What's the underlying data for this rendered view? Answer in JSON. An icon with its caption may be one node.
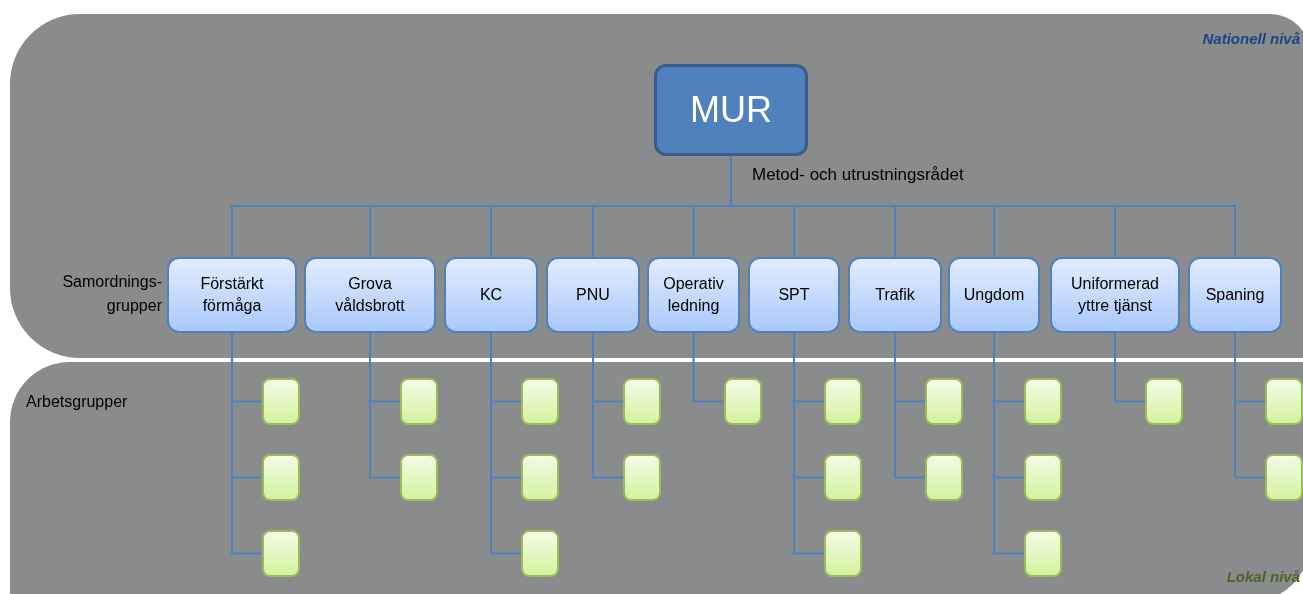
{
  "diagram": {
    "nodes": [
      {
        "text": [
          "Nationell nivå"
        ]
      },
      {
        "text": [
          "MUR"
        ],
        "in": 0,
        "beside": [
          "Metod- och utrustningsrådet"
        ]
      },
      {
        "text": [
          "Förstärkt förmåga"
        ],
        "in": 0
      },
      {
        "text": [
          "Grova våldsbrott"
        ],
        "in": 0
      },
      {
        "text": [
          "KC"
        ],
        "in": 0
      },
      {
        "text": [
          "PNU"
        ],
        "in": 0
      },
      {
        "text": [
          "Operativ ledning"
        ],
        "in": 0
      },
      {
        "text": [
          "SPT"
        ],
        "in": 0
      },
      {
        "text": [
          "Trafik"
        ],
        "in": 0
      },
      {
        "text": [
          "Ungdom"
        ],
        "in": 0
      },
      {
        "text": [
          "Uniformerad yttre tjänst"
        ],
        "in": 0
      },
      {
        "text": [
          "Spaning"
        ],
        "in": 0
      },
      {
        "text": [
          "Lokal nivå"
        ]
      },
      {
        "text": [],
        "shape": "box",
        "in": 12
      },
      {
        "text": [],
        "shape": "box",
        "in": 12
      },
      {
        "text": [],
        "shape": "box",
        "in": 12
      },
      {
        "text": [],
        "shape": "box",
        "in": 12
      },
      {
        "text": [],
        "shape": "box",
        "in": 12
      },
      {
        "text": [],
        "shape": "box",
        "in": 12
      },
      {
        "text": [],
        "shape": "box",
        "in": 12
      },
      {
        "text": [],
        "shape": "box",
        "in": 12
      },
      {
        "text": [],
        "shape": "box",
        "in": 12
      },
      {
        "text": [],
        "shape": "box",
        "in": 12
      },
      {
        "text": [],
        "shape": "box",
        "in": 12
      },
      {
        "text": [],
        "shape": "box",
        "in": 12
      },
      {
        "text": [],
        "shape": "box",
        "in": 12
      },
      {
        "text": [],
        "shape": "box",
        "in": 12
      },
      {
        "text": [],
        "shape": "box",
        "in": 12
      },
      {
        "text": [],
        "shape": "box",
        "in": 12
      },
      {
        "text": [],
        "shape": "box",
        "in": 12
      },
      {
        "text": [],
        "shape": "box",
        "in": 12
      },
      {
        "text": [],
        "shape": "box",
        "in": 12
      },
      {
        "text": [],
        "shape": "box",
        "in": 12
      },
      {
        "text": [],
        "shape": "box",
        "in": 12
      },
      {
        "text": [],
        "shape": "box",
        "in": 12
      }
    ],
    "edges": [
      {
        "from": 1,
        "to": 2,
        "arrow": "none"
      },
      {
        "from": 1,
        "to": 3,
        "arrow": "none"
      },
      {
        "from": 1,
        "to": 4,
        "arrow": "none"
      },
      {
        "from": 1,
        "to": 5,
        "arrow": "none"
      },
      {
        "from": 1,
        "to": 6,
        "arrow": "none"
      },
      {
        "from": 1,
        "to": 7,
        "arrow": "none"
      },
      {
        "from": 1,
        "to": 8,
        "arrow": "none"
      },
      {
        "from": 1,
        "to": 9,
        "arrow": "none"
      },
      {
        "from": 1,
        "to": 10,
        "arrow": "none"
      },
      {
        "from": 1,
        "to": 11,
        "arrow": "none"
      },
      {
        "from": 2,
        "to": 13,
        "arrow": "none"
      },
      {
        "from": 2,
        "to": 14,
        "arrow": "none"
      },
      {
        "from": 2,
        "to": 15,
        "arrow": "none"
      },
      {
        "from": 3,
        "to": 16,
        "arrow": "none"
      },
      {
        "from": 3,
        "to": 17,
        "arrow": "none"
      },
      {
        "from": 4,
        "to": 18,
        "arrow": "none"
      },
      {
        "from": 4,
        "to": 19,
        "arrow": "none"
      },
      {
        "from": 4,
        "to": 20,
        "arrow": "none"
      },
      {
        "from": 5,
        "to": 21,
        "arrow": "none"
      },
      {
        "from": 5,
        "to": 22,
        "arrow": "none"
      },
      {
        "from": 6,
        "to": 23,
        "arrow": "none"
      },
      {
        "from": 7,
        "to": 24,
        "arrow": "none"
      },
      {
        "from": 7,
        "to": 25,
        "arrow": "none"
      },
      {
        "from": 7,
        "to": 26,
        "arrow": "none"
      },
      {
        "from": 8,
        "to": 27,
        "arrow": "none"
      },
      {
        "from": 8,
        "to": 28,
        "arrow": "none"
      },
      {
        "from": 9,
        "to": 29,
        "arrow": "none"
      },
      {
        "from": 9,
        "to": 30,
        "arrow": "none"
      },
      {
        "from": 9,
        "to": 31,
        "arrow": "none"
      },
      {
        "from": 10,
        "to": 32,
        "arrow": "none"
      },
      {
        "from": 11,
        "to": 33,
        "arrow": "none"
      },
      {
        "from": 11,
        "to": 34,
        "arrow": "none"
      }
    ],
    "labels": [
      "Samordnings- grupper",
      "Arbetsgrupper"
    ]
  }
}
